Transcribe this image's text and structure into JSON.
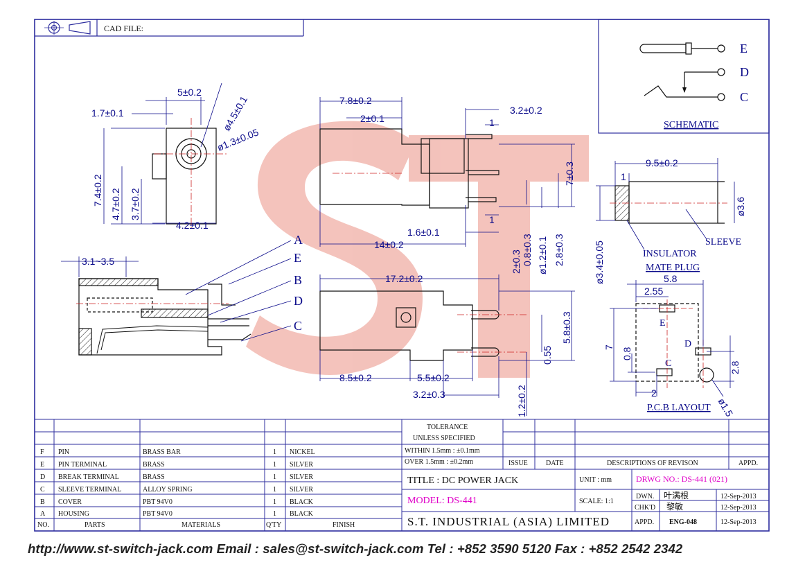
{
  "header": {
    "cad_label": "CAD FILE:"
  },
  "schematic": {
    "label": "SCHEMATIC",
    "pins": [
      "E",
      "D",
      "C"
    ]
  },
  "front_view": {
    "dims": [
      "5±0.2",
      "1.7±0.1",
      "ø4.5±0.1",
      "ø1.3±0.05",
      "7.4±0.2",
      "4.7±0.2",
      "3.7±0.2",
      "4.2±0.1"
    ]
  },
  "top_view": {
    "dims": [
      "7.8±0.2",
      "2±0.1",
      "3.2±0.2",
      "7±0.3",
      "1",
      "1",
      "1.6±0.1",
      "14±0.2",
      "2±0.3",
      "0.8±0.3",
      "ø1.2±0.1",
      "2.8±0.3"
    ]
  },
  "plug_view": {
    "dims": [
      "9.5±0.2",
      "1",
      "ø3.6",
      "ø3.4±0.05"
    ],
    "labels": [
      "INSULATOR",
      "SLEEVE",
      "MATE PLUG"
    ]
  },
  "section_view": {
    "dims": [
      "3.1~3.5"
    ],
    "callouts": [
      "A",
      "E",
      "B",
      "D",
      "C"
    ]
  },
  "bottom_view": {
    "dims": [
      "17.2±0.2",
      "5.8±0.3",
      "0.55",
      "8.5±0.2",
      "5.5±0.2",
      "3.2±0.3",
      "1.2±0.2"
    ]
  },
  "pcb_layout": {
    "label": "P.C.B LAYOUT",
    "dims": [
      "5.8",
      "2.55",
      "7",
      "0.8",
      "2",
      "2.8",
      "ø1.5"
    ],
    "pins": [
      "E",
      "D",
      "C"
    ]
  },
  "parts_table": {
    "columns": [
      "NO.",
      "PARTS",
      "MATERIALS",
      "Q'TY",
      "FINISH"
    ],
    "rows": [
      {
        "no": "F",
        "part": "PIN",
        "material": "BRASS BAR",
        "qty": "1",
        "finish": "NICKEL"
      },
      {
        "no": "E",
        "part": "PIN TERMINAL",
        "material": "BRASS",
        "qty": "1",
        "finish": "SILVER"
      },
      {
        "no": "D",
        "part": "BREAK TERMINAL",
        "material": "BRASS",
        "qty": "1",
        "finish": "SILVER"
      },
      {
        "no": "C",
        "part": "SLEEVE TERMINAL",
        "material": "ALLOY SPRING",
        "qty": "1",
        "finish": "SILVER"
      },
      {
        "no": "B",
        "part": "COVER",
        "material": "PBT 94V0",
        "qty": "1",
        "finish": "BLACK"
      },
      {
        "no": "A",
        "part": "HOUSING",
        "material": "PBT 94V0",
        "qty": "1",
        "finish": "BLACK"
      }
    ]
  },
  "title_block": {
    "tolerance_title": "TOLERANCE",
    "tolerance_sub": "UNLESS  SPECIFIED",
    "tol1": "WITHIN  1.5mm : ±0.1mm",
    "tol2": "OVER   1.5mm : ±0.2mm",
    "rev_cols": [
      "ISSUE",
      "DATE",
      "DESCRIPTIONS OF REVISON",
      "APPD."
    ],
    "title": "TITLE : DC POWER JACK",
    "unit": "UNIT :  mm",
    "drwg": "DRWG NO.: DS-441 (021)",
    "model": "MODEL: DS-441",
    "scale": "SCALE:  1:1",
    "company": "S.T. INDUSTRIAL (ASIA) LIMITED",
    "sign_rows": [
      {
        "role": "DWN.",
        "name": "叶满根",
        "date": "12-Sep-2013"
      },
      {
        "role": "CHK'D",
        "name": "黎敏",
        "date": "12-Sep-2013"
      },
      {
        "role": "APPD.",
        "name": "ENG-048",
        "date": "12-Sep-2013"
      }
    ]
  },
  "footer": {
    "text": "http://www.st-switch-jack.com  Email : sales@st-switch-jack.com  Tel : +852 3590 5120  Fax : +852 2542 2342"
  },
  "colors": {
    "border": "#2d2d9e",
    "dimension": "#0a0a8a",
    "watermark": "#f2b8b0",
    "model": "#e000c8"
  }
}
